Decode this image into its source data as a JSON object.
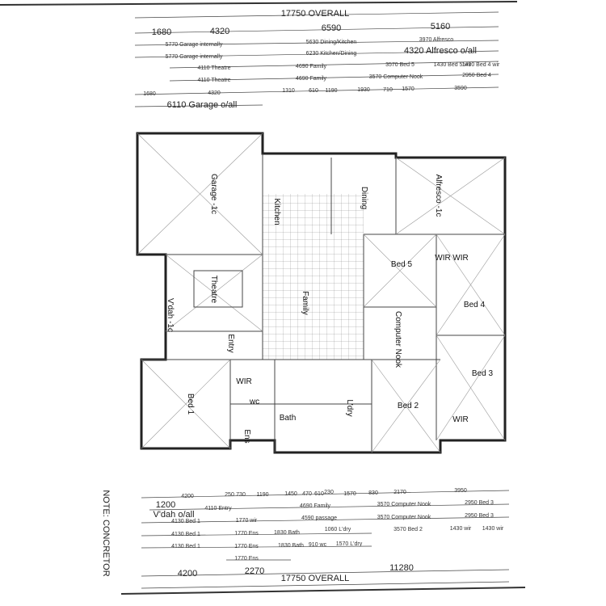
{
  "plan": {
    "top_dimensions": [
      "17750 OVERALL",
      "1680",
      "4320",
      "6590",
      "5160",
      "5770 Garage internally",
      "5630 Dining/Kitchen",
      "3970 Alfresco",
      "5770 Garage internally",
      "6230 Kitchen/Dining",
      "4320 Alfresco o/all",
      "4110 Theatre",
      "4690 Family",
      "3570 Bed 5",
      "1430 Bed 5 wir",
      "1430 Bed 4 wir",
      "4110 Theatre",
      "4690 Family",
      "3570 Computer Nook",
      "2950 Bed 4",
      "1680",
      "4320",
      "1310",
      "610",
      "1190",
      "1930",
      "710",
      "1570",
      "3590",
      "6110 Garage o/all"
    ],
    "bottom_dimensions": [
      "4200",
      "250",
      "730",
      "1190",
      "1450",
      "470",
      "610",
      "230",
      "1570",
      "830",
      "2170",
      "3950",
      "1200",
      "V'dah o/all",
      "4110 Entry",
      "4690 Family",
      "3570 Computer Nook",
      "2950 Bed 3",
      "4130 Bed 1",
      "1770 wir",
      "4590 passage",
      "3570 Computer Nook",
      "2950 Bed 3",
      "4130 Bed 1",
      "1770 Ens",
      "1830 Bath",
      "1060 L'dry",
      "3570 Bed 2",
      "1430 wir",
      "1430 wir",
      "4130 Bed 1",
      "1770 Ens",
      "1830 Bath",
      "910 wc",
      "1570 L'dry",
      "1770 Ens",
      "4200",
      "2270",
      "11280",
      "17750 OVERALL"
    ],
    "rooms": [
      "Garage -1c",
      "Theatre",
      "Kitchen",
      "Dining",
      "Alfresco -1c",
      "Family",
      "Bed 5",
      "Bed 4",
      "Computer Nook",
      "Bed 3",
      "Bed 2",
      "Bed 1",
      "V'dah -1c",
      "Entry",
      "Ens",
      "Bath",
      "L'dry",
      "WIR",
      "wc",
      "WIR",
      "WIR",
      "WIR"
    ],
    "note": "NOTE: CONCRETOR"
  }
}
